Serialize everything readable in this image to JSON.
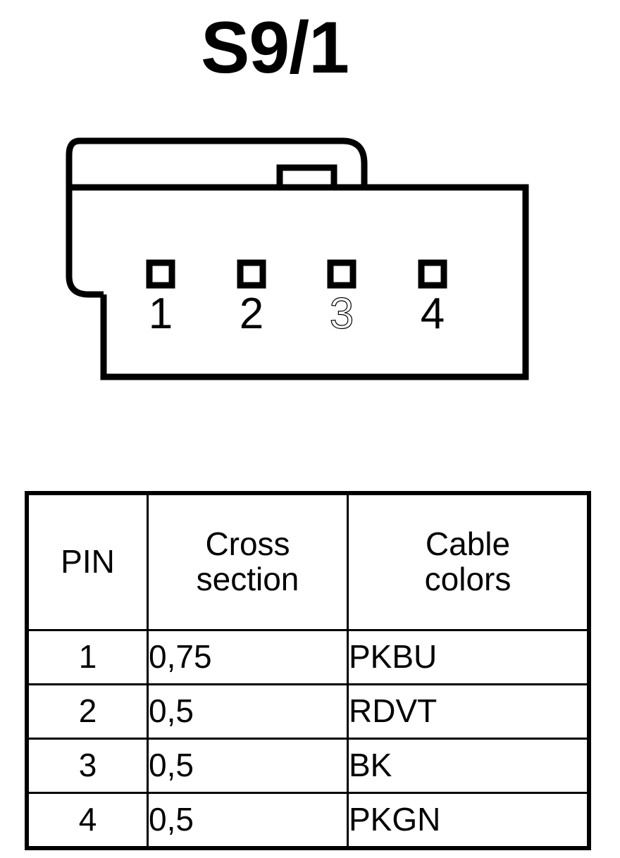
{
  "title": "S9/1",
  "connector": {
    "name": "4-way connector housing",
    "pin_count": 4,
    "pin_labels": [
      "1",
      "2",
      "3",
      "4"
    ],
    "pin_label_styles": [
      "solid",
      "solid",
      "outline",
      "solid"
    ],
    "latch_label": "latch-notch",
    "outline_color": "#000000"
  },
  "table": {
    "headers": {
      "pin": "PIN",
      "cross_section_line1": "Cross",
      "cross_section_line2": "section",
      "cable_colors_line1": "Cable",
      "cable_colors_line2": "colors"
    },
    "rows": [
      {
        "pin": "1",
        "cross_section": "0,75",
        "cable_colors": "PKBU"
      },
      {
        "pin": "2",
        "cross_section": "0,5",
        "cable_colors": "RDVT"
      },
      {
        "pin": "3",
        "cross_section": "0,5",
        "cable_colors": "BK"
      },
      {
        "pin": "4",
        "cross_section": "0,5",
        "cable_colors": "PKGN"
      }
    ]
  }
}
